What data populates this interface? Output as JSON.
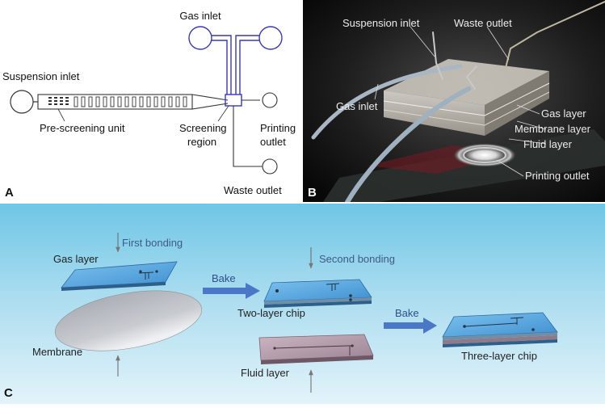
{
  "panel_a": {
    "letter": "A",
    "labels": {
      "gas_inlet": "Gas inlet",
      "suspension_inlet": "Suspension inlet",
      "pre_screening_unit": "Pre-screening unit",
      "screening_region_line1": "Screening",
      "screening_region_line2": "region",
      "printing_outlet_line1": "Printing",
      "printing_outlet_line2": "outlet",
      "waste_outlet": "Waste outlet"
    }
  },
  "panel_b": {
    "letter": "B",
    "labels": {
      "suspension_inlet": "Suspension inlet",
      "waste_outlet": "Waste outlet",
      "gas_inlet": "Gas inlet",
      "gas_layer": "Gas layer",
      "membrane_layer": "Membrane layer",
      "fluid_layer": "Fluid layer",
      "printing_outlet": "Printing outlet"
    }
  },
  "panel_c": {
    "letter": "C",
    "labels": {
      "first_bonding": "First bonding",
      "gas_layer": "Gas layer",
      "membrane": "Membrane",
      "bake_1": "Bake",
      "second_bonding": "Second bonding",
      "two_layer_chip": "Two-layer chip",
      "fluid_layer": "Fluid layer",
      "bake_2": "Bake",
      "three_layer_chip": "Three-layer chip"
    }
  },
  "colors": {
    "channel_blue": "#3a3aa8",
    "photo_label": "#e8e8e8",
    "panel_c_label": "#1f1f1f",
    "bonding_label": "#3e5a85",
    "bake_arrow": "#4a78c6",
    "gas_layer_fill": "#5ba8e4",
    "fluid_layer_fill": "#b49aaa",
    "membrane_fill": "#b9bdc4"
  }
}
